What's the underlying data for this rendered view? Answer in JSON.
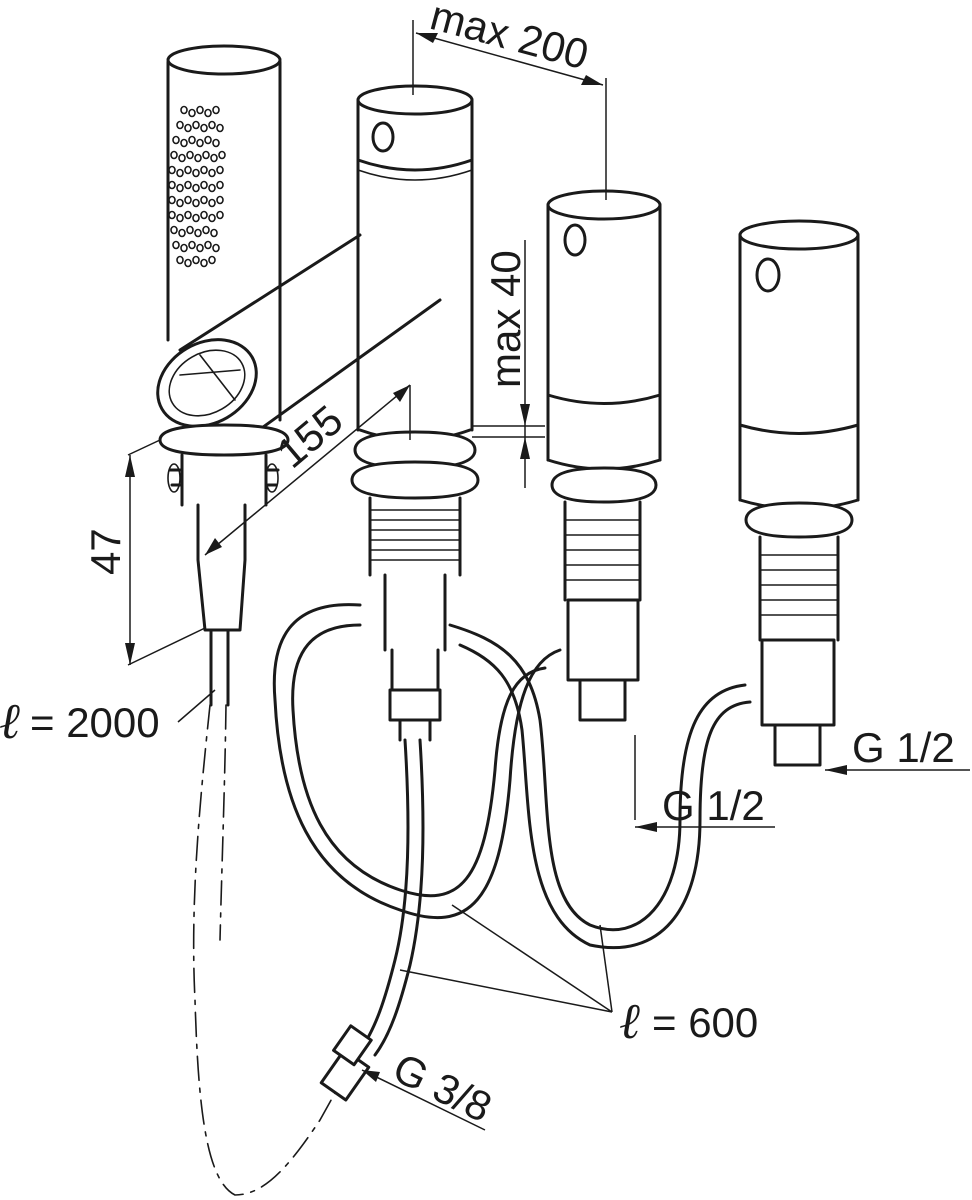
{
  "labels": {
    "max_200": "max 200",
    "max_40": "max 40",
    "dim_155": "155",
    "dim_47": "47",
    "hose_length_symbol": "ℓ",
    "hose_length_value": "= 2000",
    "flex_length_symbol": "ℓ",
    "flex_length_value": "= 600",
    "thread_g12_right": "G 1/2",
    "thread_g12_left": "G 1/2",
    "thread_g38": "G 3/8"
  }
}
